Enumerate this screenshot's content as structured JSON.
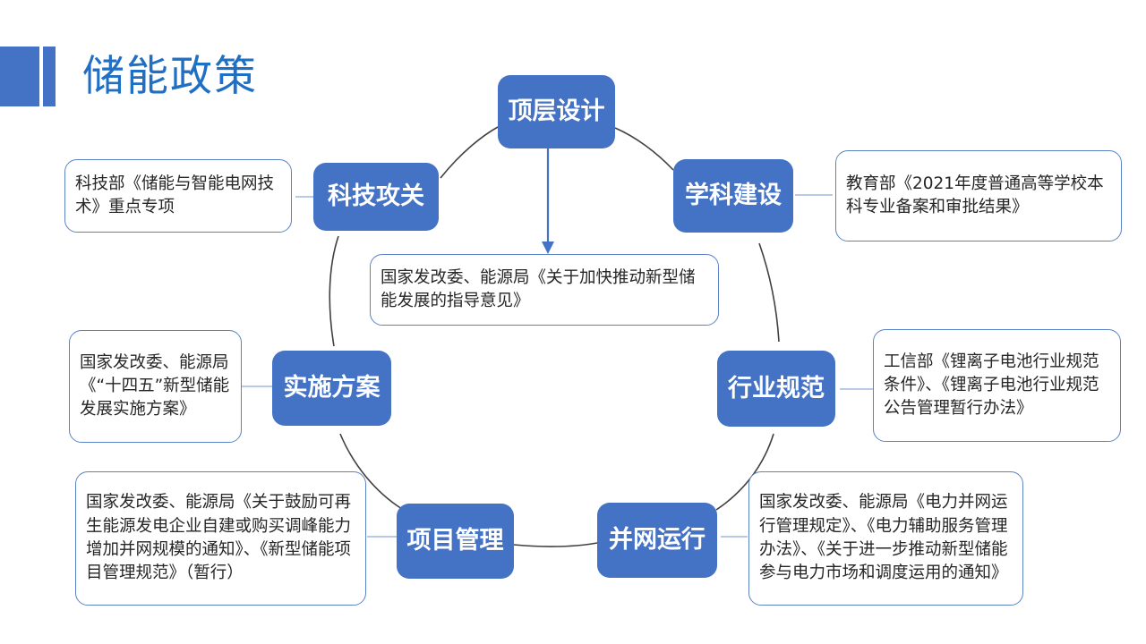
{
  "header": {
    "title": "储能政策",
    "accent_color": "#4472c4",
    "title_color": "#1f6fc4"
  },
  "diagram": {
    "type": "circular-flow",
    "node_fill": "#4472c4",
    "node_text_color": "#ffffff",
    "callout_border": "#5b83c4",
    "connector_color": "#404040",
    "arrow_color": "#4472c4",
    "nodes": [
      {
        "id": "top-level-design",
        "label": "顶层设计"
      },
      {
        "id": "discipline-building",
        "label": "学科建设"
      },
      {
        "id": "industry-standards",
        "label": "行业规范"
      },
      {
        "id": "grid-operation",
        "label": "并网运行"
      },
      {
        "id": "project-management",
        "label": "项目管理"
      },
      {
        "id": "implementation-plan",
        "label": "实施方案"
      },
      {
        "id": "tech-breakthrough",
        "label": "科技攻关"
      }
    ],
    "callouts": [
      {
        "id": "tech-breakthrough-note",
        "text": "科技部《储能与智能电网技术》重点专项"
      },
      {
        "id": "discipline-building-note",
        "text": "教育部《2021年度普通高等学校本科专业备案和审批结果》"
      },
      {
        "id": "top-level-design-note",
        "text": "国家发改委、能源局《关于加快推动新型储能发展的指导意见》"
      },
      {
        "id": "implementation-plan-note",
        "text": "国家发改委、能源局《“十四五”新型储能发展实施方案》"
      },
      {
        "id": "industry-standards-note",
        "text": "工信部《锂离子电池行业规范条件》、《锂离子电池行业规范公告管理暂行办法》"
      },
      {
        "id": "project-management-note",
        "text": "国家发改委、能源局《关于鼓励可再生能源发电企业自建或购买调峰能力增加并网规模的通知》、《新型储能项目管理规范》（暂行）"
      },
      {
        "id": "grid-operation-note",
        "text": "国家发改委、能源局《电力并网运行管理规定》、《电力辅助服务管理办法》、《关于进一步推动新型储能参与电力市场和调度运用的通知》"
      }
    ]
  }
}
